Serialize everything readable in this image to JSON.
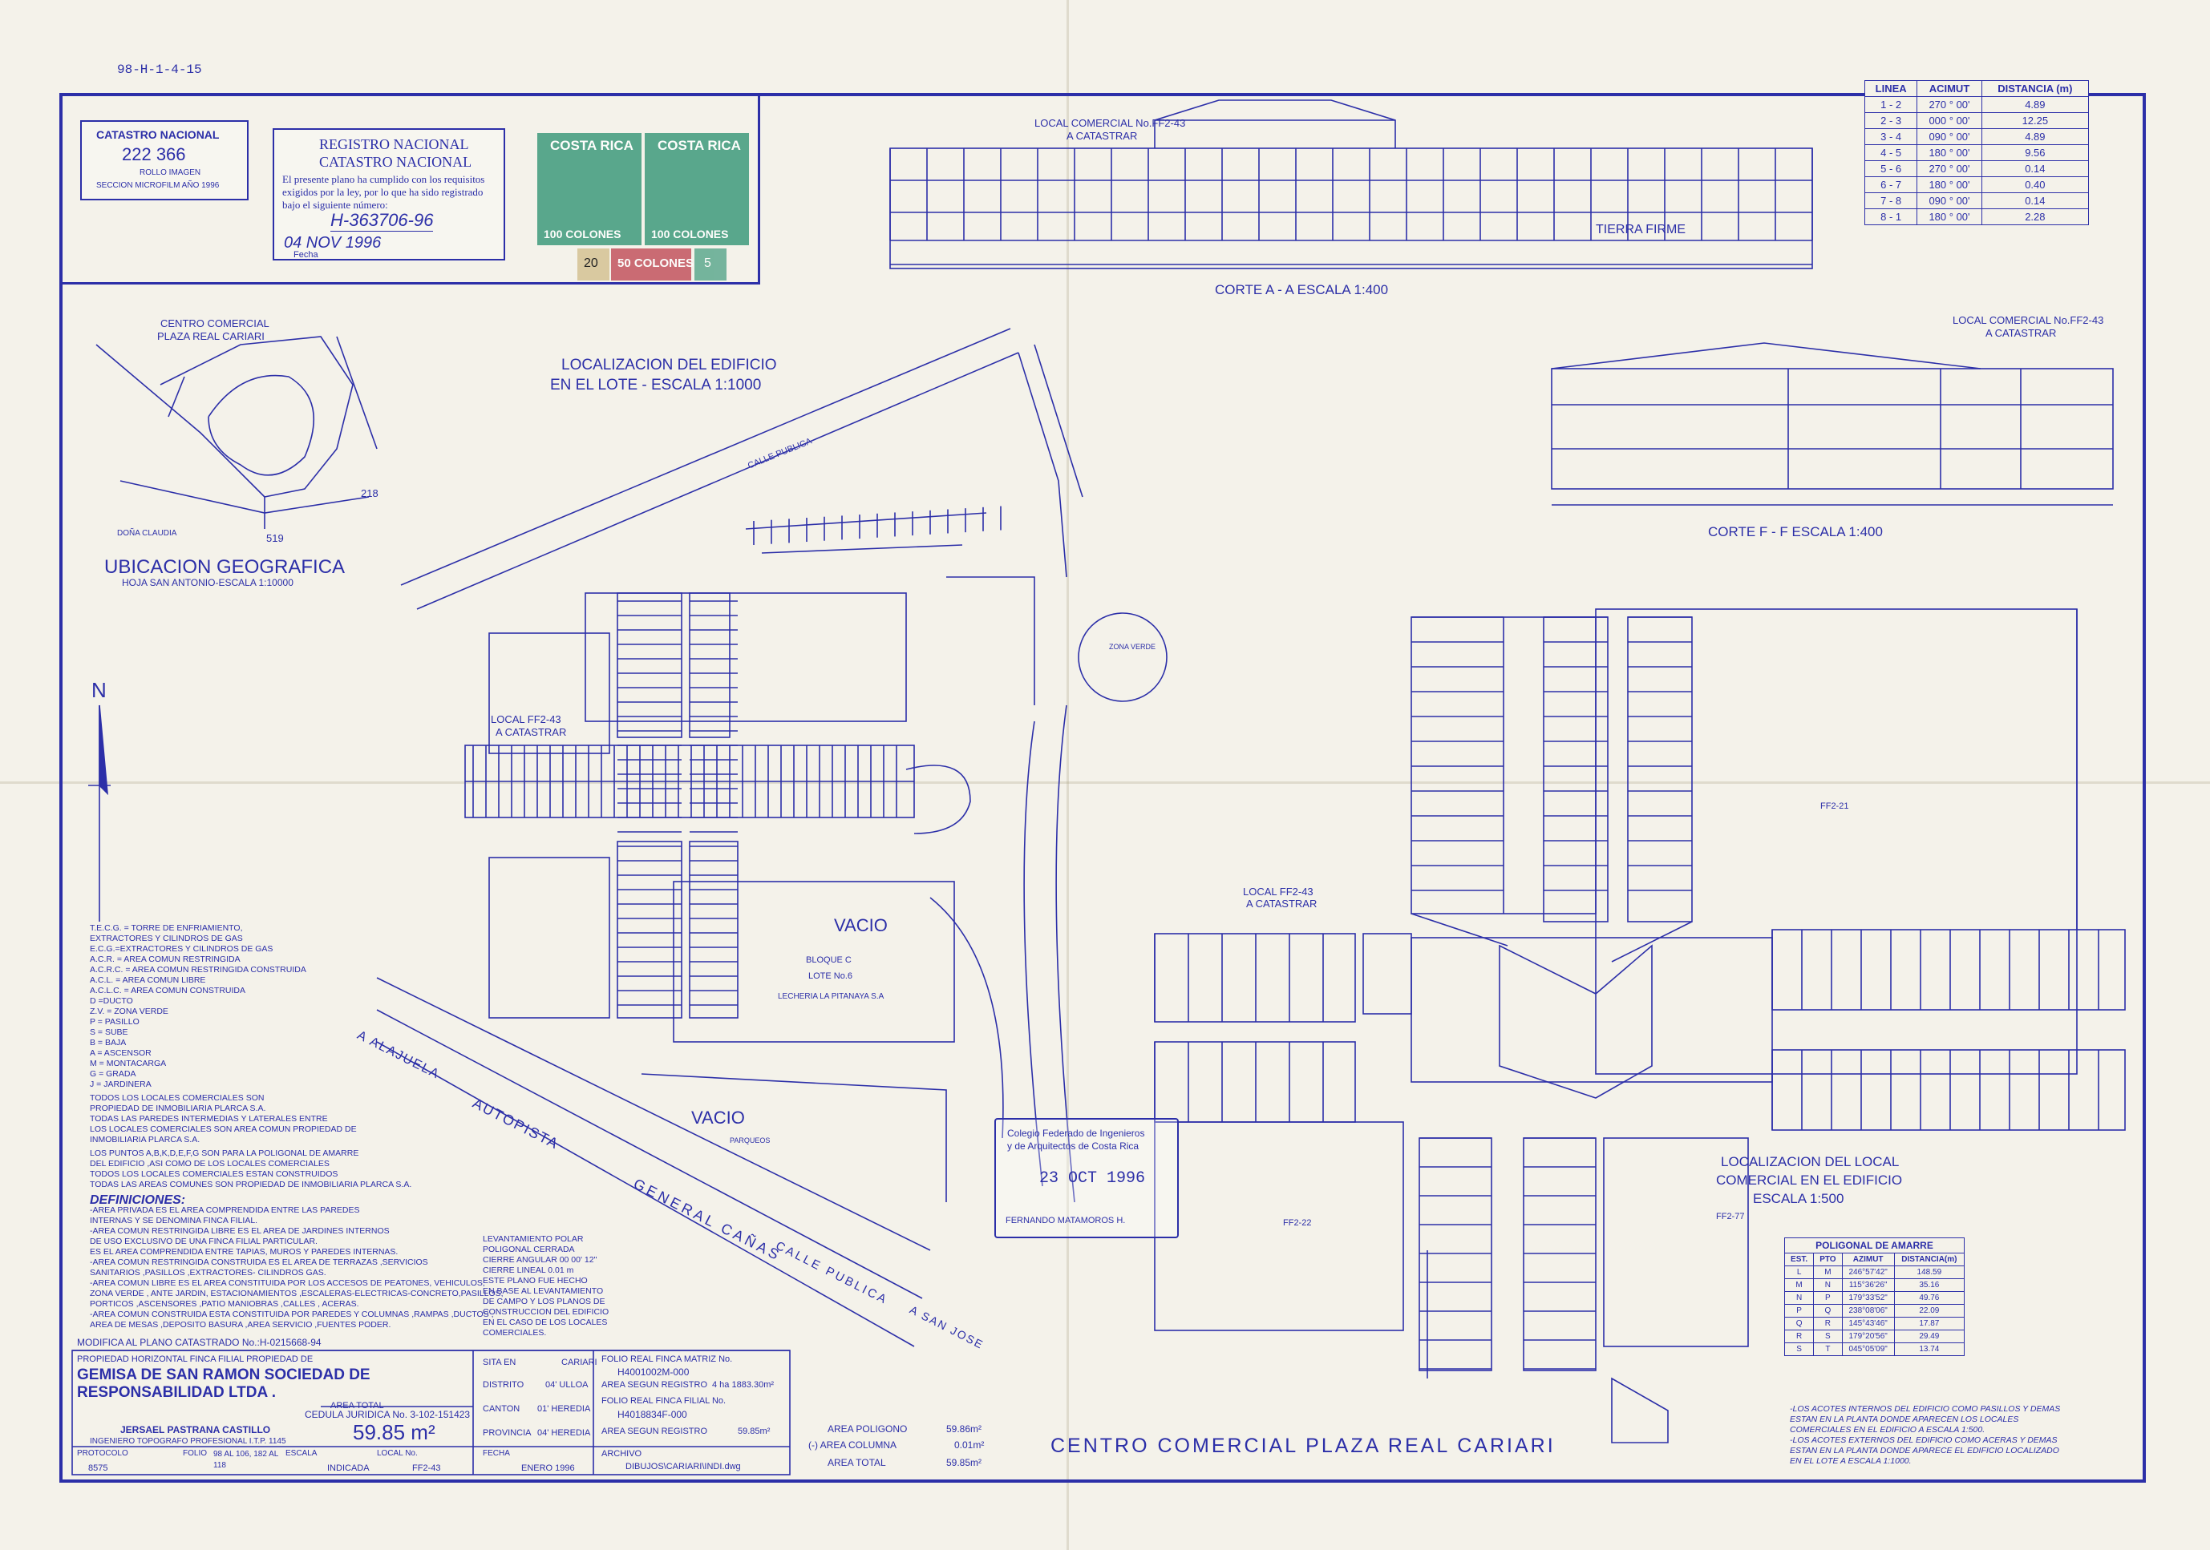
{
  "sheet_code": "98-H-1-4-15",
  "catastro": {
    "title": "CATASTRO NACIONAL",
    "number": "222 366",
    "line1": "ROLLO IMAGEN",
    "line2": "SECCION MICROFILM AÑO 1996"
  },
  "registro": {
    "title1": "REGISTRO NACIONAL",
    "title2": "CATASTRO NACIONAL",
    "text": "El presente plano ha cumplido con los requisitos exigidos por la ley, por lo que ha sido registrado bajo el siguiente número:",
    "number": "H-363706-96",
    "date": "04 NOV 1996",
    "fecha_label": "Fecha"
  },
  "timbres": {
    "country": "COSTA RICA",
    "stamp1": "100 COLONES",
    "stamp2": "100 COLONES",
    "stamp3": "20",
    "stamp4": "50 COLONES",
    "stamp5": "5"
  },
  "azimuth_table": {
    "headers": [
      "LINEA",
      "ACIMUT",
      "DISTANCIA (m)"
    ],
    "rows": [
      [
        "1 - 2",
        "270 ° 00'",
        "4.89"
      ],
      [
        "2 - 3",
        "000 ° 00'",
        "12.25"
      ],
      [
        "3 - 4",
        "090 ° 00'",
        "4.89"
      ],
      [
        "4 - 5",
        "180 ° 00'",
        "9.56"
      ],
      [
        "5 - 6",
        "270 ° 00'",
        "0.14"
      ],
      [
        "6 - 7",
        "180 ° 00'",
        "0.40"
      ],
      [
        "7 - 8",
        "090 ° 00'",
        "0.14"
      ],
      [
        "8 - 1",
        "180 ° 00'",
        "2.28"
      ]
    ]
  },
  "section_aa": {
    "title": "CORTE   A - A     ESCALA 1:400",
    "local_label": "LOCAL COMERCIAL No.FF2-43",
    "local_sub": "A CATASTRAR",
    "tierra": "TIERRA FIRME"
  },
  "section_ff": {
    "title": "CORTE   F - F     ESCALA 1:400",
    "local_label": "LOCAL COMERCIAL No.FF2-43",
    "local_sub": "A CATASTRAR"
  },
  "location_map": {
    "title1": "CENTRO COMERCIAL",
    "title2": "PLAZA REAL CARIARI",
    "heading": "UBICACION GEOGRAFICA",
    "sub": "HOJA SAN ANTONIO-ESCALA 1:10000",
    "n1": "218",
    "n2": "519",
    "place": "DOÑA CLAUDIA"
  },
  "site_plan": {
    "title1": "LOCALIZACION DEL EDIFICIO",
    "title2": "EN EL LOTE - ESCALA 1:1000",
    "calle": "CALLE PUBLICA",
    "vacio1": "VACIO",
    "vacio2": "VACIO",
    "bloque": "BLOQUE C",
    "lote": "LOTE No.6",
    "lecheria": "LECHERIA LA PITANAYA S.A",
    "local": "LOCAL FF2-43",
    "local_sub": "A CATASTRAR",
    "autopista": "AUTOPISTA",
    "general": "GENERAL CAÑAS",
    "alajuela": "A ALAJUELA",
    "sanjose": "A SAN JOSE",
    "calle2": "CALLE PUBLICA",
    "zona": "ZONA VERDE",
    "parqueos": "PARQUEOS"
  },
  "floor_plan": {
    "title1": "LOCALIZACION DEL LOCAL",
    "title2": "COMERCIAL EN EL EDIFICIO",
    "title3": "ESCALA   1:500",
    "local": "LOCAL FF2-43",
    "local_sub": "A CATASTRAR",
    "ff221": "FF2-21",
    "ff222": "FF2-22",
    "ff277": "FF2-77"
  },
  "amarre": {
    "title": "POLIGONAL DE AMARRE",
    "headers": [
      "EST.",
      "PTO",
      "AZIMUT",
      "DISTANCIA(m)"
    ],
    "rows": [
      [
        "L",
        "M",
        "246°57'42\"",
        "148.59"
      ],
      [
        "M",
        "N",
        "115°36'26\"",
        "35.16"
      ],
      [
        "N",
        "P",
        "179°33'52\"",
        "49.76"
      ],
      [
        "P",
        "Q",
        "238°08'06\"",
        "22.09"
      ],
      [
        "Q",
        "R",
        "145°43'46\"",
        "17.87"
      ],
      [
        "R",
        "S",
        "179°20'56\"",
        "29.49"
      ],
      [
        "S",
        "T",
        "045°05'09\"",
        "13.74"
      ]
    ]
  },
  "legend": {
    "lines": [
      "T.E.C.G. = TORRE DE ENFRIAMIENTO,",
      "EXTRACTORES Y CILINDROS DE GAS",
      "E.C.G.=EXTRACTORES Y CILINDROS DE GAS",
      "A.C.R. = AREA COMUN RESTRINGIDA",
      "A.C.R.C. = AREA COMUN RESTRINGIDA CONSTRUIDA",
      "A.C.L. = AREA COMUN LIBRE",
      "A.C.L.C. = AREA COMUN CONSTRUIDA",
      "D =DUCTO",
      "Z.V. = ZONA VERDE",
      "P = PASILLO",
      "S = SUBE",
      "B = BAJA",
      "A = ASCENSOR",
      "M = MONTACARGA",
      "G = GRADA",
      "J = JARDINERA",
      "TODOS LOS LOCALES COMERCIALES SON",
      "PROPIEDAD DE INMOBILIARIA PLARCA S.A.",
      "TODAS LAS PAREDES INTERMEDIAS Y LATERALES ENTRE",
      "LOS LOCALES COMERCIALES SON AREA COMUN PROPIEDAD DE",
      "INMOBILIARIA PLARCA S.A.",
      "LOS PUNTOS A,B,K,D,E,F,G SON PARA LA POLIGONAL DE AMARRE",
      "DEL EDIFICIO ,ASI COMO DE LOS LOCALES COMERCIALES",
      "TODOS LOS LOCALES COMERCIALES ESTAN CONSTRUIDOS",
      "TODAS LAS AREAS COMUNES SON PROPIEDAD DE INMOBILIARIA PLARCA S.A."
    ],
    "def_title": "DEFINICIONES:",
    "defs": [
      "-AREA PRIVADA ES EL AREA COMPRENDIDA ENTRE LAS PAREDES",
      "INTERNAS Y SE DENOMINA FINCA FILIAL.",
      "-AREA COMUN RESTRINGIDA LIBRE ES EL AREA DE JARDINES INTERNOS",
      "DE USO EXCLUSIVO DE UNA FINCA FILIAL PARTICULAR.",
      "ES EL AREA COMPRENDIDA ENTRE TAPIAS, MUROS Y PAREDES INTERNAS.",
      "-AREA COMUN RESTRINGIDA CONSTRUIDA ES EL AREA DE TERRAZAS ,SERVICIOS",
      "SANITARIOS ,PASILLOS ,EXTRACTORES- CILINDROS GAS.",
      "-AREA COMUN LIBRE ES EL AREA CONSTITUIDA POR LOS ACCESOS DE PEATONES, VEHICULOS,",
      "ZONA VERDE , ANTE JARDIN, ESTACIONAMIENTOS ,ESCALERAS-ELECTRICAS-CONCRETO,PASILLOS,",
      "PORTICOS ,ASCENSORES ,PATIO MANIOBRAS ,CALLES , ACERAS.",
      "-AREA COMUN CONSTRUIDA ESTA CONSTITUIDA POR PAREDES Y COLUMNAS ,RAMPAS ,DUCTOS ,",
      "AREA DE MESAS ,DEPOSITO BASURA ,AREA SERVICIO ,FUENTES PODER."
    ]
  },
  "levantamiento": {
    "lines": [
      "LEVANTAMIENTO POLAR",
      "POLIGONAL  CERRADA",
      "CIERRE ANGULAR  00 00' 12\"",
      "CIERRE  LINEAL  0.01 m",
      "ESTE PLANO FUE HECHO",
      "EN BASE AL LEVANTAMIENTO",
      "DE CAMPO Y LOS PLANOS DE",
      "CONSTRUCCION DEL EDIFICIO",
      "EN EL CASO DE LOS LOCALES",
      "COMERCIALES."
    ]
  },
  "colegio_stamp": {
    "line1": "Colegio Federado de Ingenieros",
    "line2": "y de Arquitectos de Costa Rica",
    "date": "23 OCT 1996",
    "name": "FERNANDO MATAMOROS H."
  },
  "title_block": {
    "modifica": "MODIFICA AL PLANO CATASTRADO No.:H-0215668-94",
    "prop_label": "PROPIEDAD HORIZONTAL FINCA FILIAL PROPIEDAD DE",
    "owner": "GEMISA DE SAN RAMON SOCIEDAD DE RESPONSABILIDAD LTDA .",
    "cedula": "CEDULA JURIDICA No. 3-102-151423",
    "engineer": "JERSAEL PASTRANA CASTILLO",
    "engineer_title": "INGENIERO TOPOGRAFO PROFESIONAL I.T.P. 1145",
    "area_total_label": "AREA TOTAL",
    "area_total": "59.85 m²",
    "sita_en": "SITA EN",
    "sita_val": "CARIARI",
    "distrito": "DISTRITO",
    "distrito_val": "04' ULLOA",
    "canton": "CANTON",
    "canton_val": "01' HEREDIA",
    "provincia": "PROVINCIA",
    "provincia_val": "04' HEREDIA",
    "folio_matriz_label": "FOLIO REAL FINCA MATRIZ No.",
    "folio_matriz": "H4001002M-000",
    "area_reg_label": "AREA SEGUN REGISTRO",
    "area_reg": "4 ha 1883.30m²",
    "folio_filial_label": "FOLIO REAL FINCA FILIAL No.",
    "folio_filial": "H4018834F-000",
    "area_reg2": "59.85m²",
    "archivo_label": "ARCHIVO",
    "archivo": "DIBUJOS\\CARIARI\\INDI.dwg",
    "protocolo_label": "PROTOCOLO",
    "protocolo": "8575",
    "folio_label": "FOLIO",
    "folio": "98 AL 106, 182 AL 118",
    "escala_label": "ESCALA",
    "escala": "INDICADA",
    "local_label": "LOCAL No.",
    "local": "FF2-43",
    "fecha_label": "FECHA",
    "fecha": "ENERO 1996"
  },
  "areas": {
    "poligono_label": "AREA POLIGONO",
    "poligono": "59.86m²",
    "columna_label": "(-) AREA COLUMNA",
    "columna": "0.01m²",
    "total_label": "AREA TOTAL",
    "total": "59.85m²"
  },
  "main_title": "CENTRO  COMERCIAL  PLAZA  REAL  CARIARI",
  "notes_right": [
    "-LOS ACOTES INTERNOS DEL EDIFICIO COMO PASILLOS Y DEMAS",
    "ESTAN EN LA PLANTA DONDE APARECEN LOS LOCALES",
    "COMERCIALES EN EL EDIFICIO A ESCALA 1:500.",
    "-LOS ACOTES EXTERNOS DEL EDIFICIO COMO ACERAS Y DEMAS",
    "ESTAN EN LA PLANTA DONDE APARECE EL EDIFICIO LOCALIZADO",
    "EN EL LOTE A ESCALA 1:1000."
  ],
  "north": "N",
  "colors": {
    "ink": "#2c2fa8",
    "paper": "#f4f2ea",
    "stamp_green": "#3e9a7c",
    "stamp_red": "#c04a56"
  }
}
